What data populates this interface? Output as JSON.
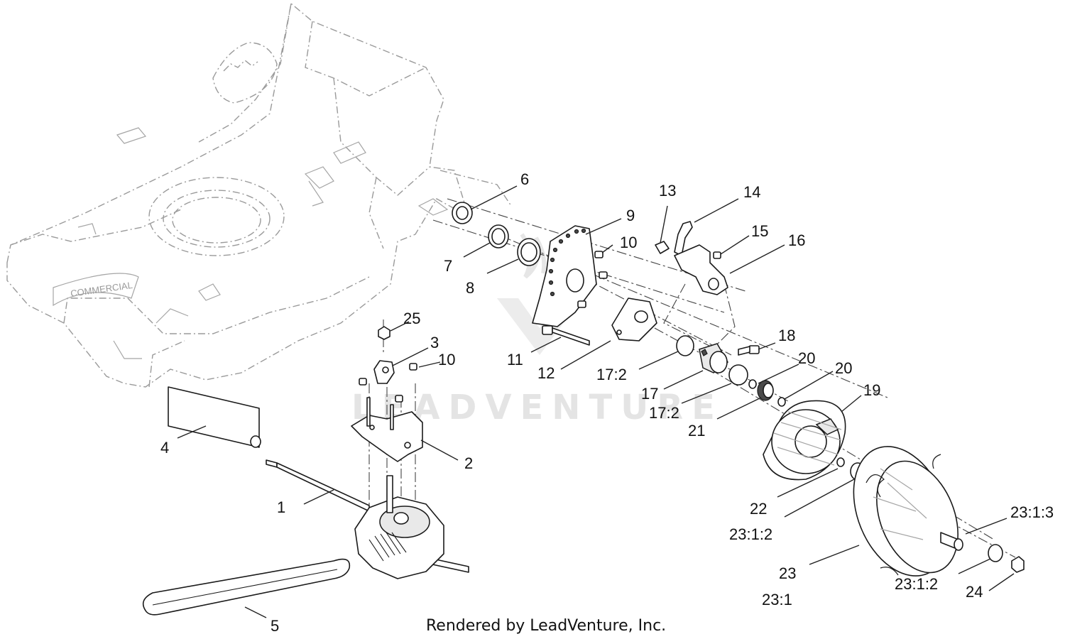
{
  "watermark": "LEADVENTURE",
  "footer": "Rendered by LeadVenture, Inc.",
  "deck_brand": "COMMERCIAL",
  "callouts": [
    {
      "id": "c1",
      "text": "1"
    },
    {
      "id": "c2",
      "text": "2"
    },
    {
      "id": "c3",
      "text": "3"
    },
    {
      "id": "c4",
      "text": "4"
    },
    {
      "id": "c5",
      "text": "5"
    },
    {
      "id": "c6",
      "text": "6"
    },
    {
      "id": "c7",
      "text": "7"
    },
    {
      "id": "c8",
      "text": "8"
    },
    {
      "id": "c9",
      "text": "9"
    },
    {
      "id": "c10a",
      "text": "10"
    },
    {
      "id": "c10b",
      "text": "10"
    },
    {
      "id": "c11",
      "text": "11"
    },
    {
      "id": "c12",
      "text": "12"
    },
    {
      "id": "c13",
      "text": "13"
    },
    {
      "id": "c14",
      "text": "14"
    },
    {
      "id": "c15",
      "text": "15"
    },
    {
      "id": "c16",
      "text": "16"
    },
    {
      "id": "c17",
      "text": "17"
    },
    {
      "id": "c17a",
      "text": "17:2"
    },
    {
      "id": "c17b",
      "text": "17:2"
    },
    {
      "id": "c18",
      "text": "18"
    },
    {
      "id": "c19",
      "text": "19"
    },
    {
      "id": "c20a",
      "text": "20"
    },
    {
      "id": "c20b",
      "text": "20"
    },
    {
      "id": "c21",
      "text": "21"
    },
    {
      "id": "c22",
      "text": "22"
    },
    {
      "id": "c23",
      "text": "23"
    },
    {
      "id": "c231",
      "text": "23:1"
    },
    {
      "id": "c2312a",
      "text": "23:1:2"
    },
    {
      "id": "c2312b",
      "text": "23:1:2"
    },
    {
      "id": "c2313",
      "text": "23:1:3"
    },
    {
      "id": "c24",
      "text": "24"
    },
    {
      "id": "c25",
      "text": "25"
    }
  ]
}
